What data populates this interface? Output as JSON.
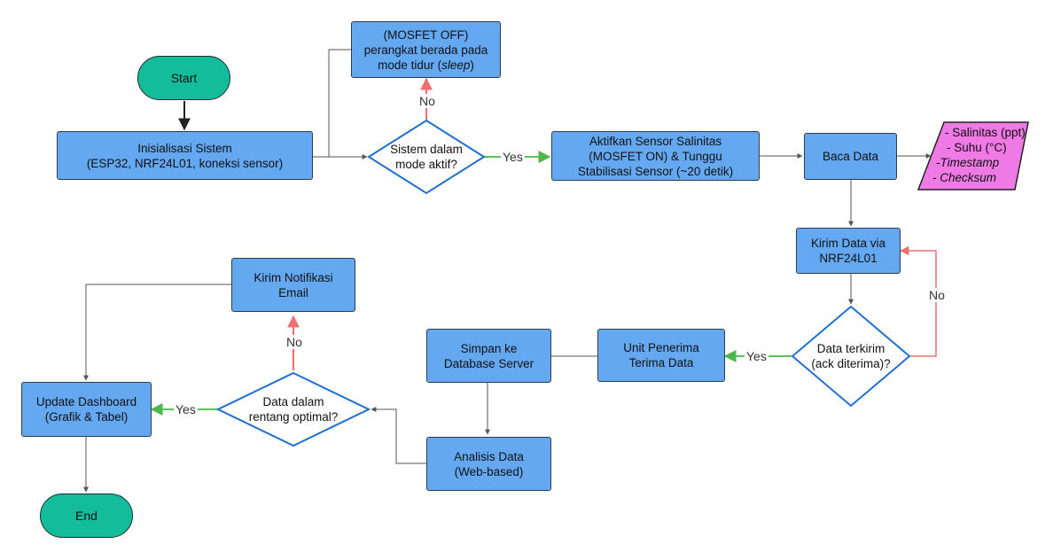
{
  "start": "Start",
  "end": "End",
  "init": {
    "line1": "Inisialisasi Sistem",
    "line2": "(ESP32, NRF24L01, koneksi sensor)"
  },
  "sleep": {
    "line1": "(MOSFET OFF)",
    "line2": "perangkat berada pada",
    "line3_prefix": "mode tidur (",
    "line3_italic": "sleep",
    "line3_suffix": ")"
  },
  "decision_active": {
    "line1": "Sistem dalam",
    "line2": "mode aktif?"
  },
  "activate": {
    "line1": "Aktifkan Sensor Salinitas",
    "line2": "(MOSFET ON) & Tunggu",
    "line3": "Stabilisasi Sensor (~20 detik)"
  },
  "read": "Baca Data",
  "data_output": {
    "l1": "- Salinitas (ppt)",
    "l2": "- Suhu (°C)",
    "l3": "-Timestamp",
    "l4": "- Checksum"
  },
  "send": {
    "line1": "Kirim Data via",
    "line2": "NRF24L01"
  },
  "decision_sent": {
    "line1": "Data terkirim",
    "line2": "(ack diterima)?"
  },
  "receiver": {
    "line1": "Unit Penerima",
    "line2": "Terima Data"
  },
  "store": {
    "line1": "Simpan ke",
    "line2": "Database Server"
  },
  "analysis": {
    "line1": "Analisis Data",
    "line2": "(Web-based)"
  },
  "decision_range": {
    "line1": "Data dalam",
    "line2": "rentang optimal?"
  },
  "notify": {
    "line1": "Kirim Notifikasi",
    "line2": "Email"
  },
  "dashboard": {
    "line1": "Update Dashboard",
    "line2": "(Grafik & Tabel)"
  },
  "labels": {
    "yes": "Yes",
    "no": "No"
  },
  "colors": {
    "box": "#64a8f2",
    "terminal": "#13bd9c",
    "data": "#f07ae5",
    "decision_border": "#1f6fd1",
    "yes_arrow": "#5cc25c",
    "no_arrow": "#ee7070"
  }
}
